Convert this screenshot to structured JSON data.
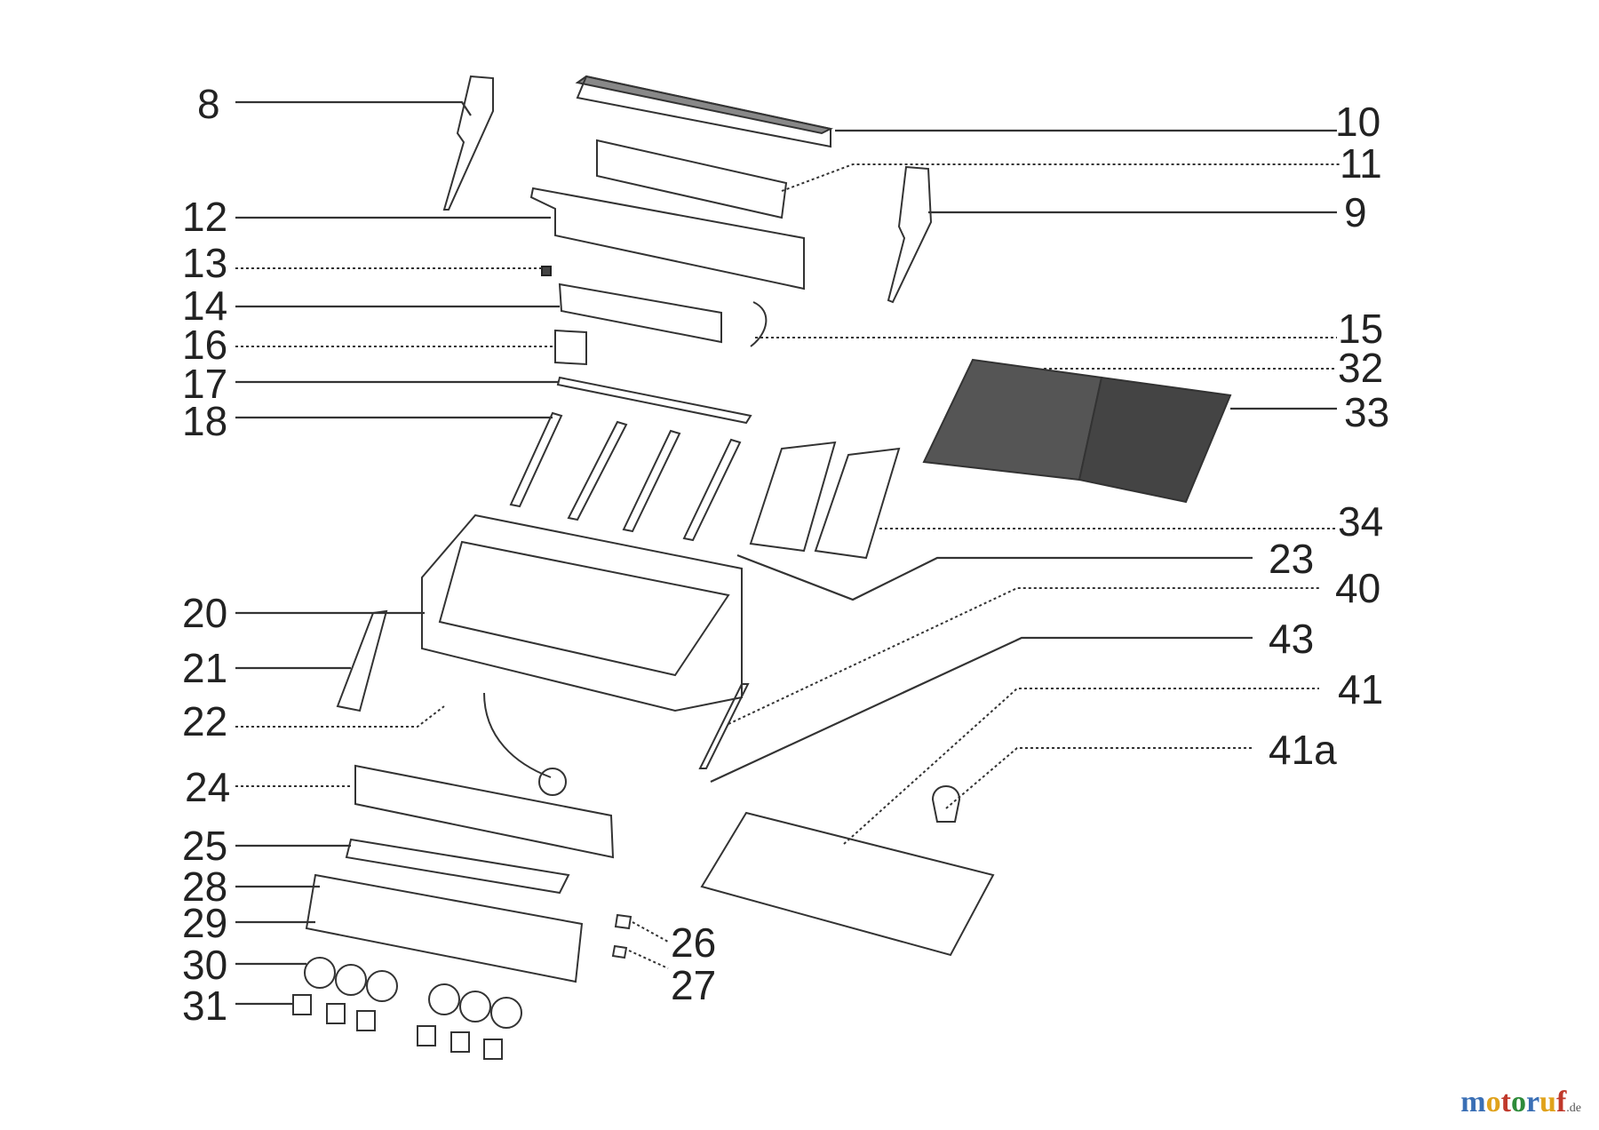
{
  "labels": [
    {
      "id": "8",
      "text": "8"
    },
    {
      "id": "10",
      "text": "10"
    },
    {
      "id": "11",
      "text": "11"
    },
    {
      "id": "9",
      "text": "9"
    },
    {
      "id": "12",
      "text": "12"
    },
    {
      "id": "13",
      "text": "13"
    },
    {
      "id": "14",
      "text": "14"
    },
    {
      "id": "15",
      "text": "15"
    },
    {
      "id": "16",
      "text": "16"
    },
    {
      "id": "32",
      "text": "32"
    },
    {
      "id": "17",
      "text": "17"
    },
    {
      "id": "33",
      "text": "33"
    },
    {
      "id": "18",
      "text": "18"
    },
    {
      "id": "34",
      "text": "34"
    },
    {
      "id": "23",
      "text": "23"
    },
    {
      "id": "40",
      "text": "40"
    },
    {
      "id": "20",
      "text": "20"
    },
    {
      "id": "43",
      "text": "43"
    },
    {
      "id": "21",
      "text": "21"
    },
    {
      "id": "41",
      "text": "41"
    },
    {
      "id": "22",
      "text": "22"
    },
    {
      "id": "41a",
      "text": "41a"
    },
    {
      "id": "24",
      "text": "24"
    },
    {
      "id": "25",
      "text": "25"
    },
    {
      "id": "28",
      "text": "28"
    },
    {
      "id": "26",
      "text": "26"
    },
    {
      "id": "29",
      "text": "29"
    },
    {
      "id": "30",
      "text": "30"
    },
    {
      "id": "27",
      "text": "27"
    },
    {
      "id": "31",
      "text": "31"
    }
  ],
  "logo": {
    "letters": [
      "m",
      "o",
      "t",
      "o",
      "r",
      "u",
      "f"
    ],
    "colors": [
      "#3a6fb5",
      "#e0a21b",
      "#c0392b",
      "#2e8b3a",
      "#3a6fb5",
      "#e0a21b",
      "#c0392b"
    ],
    "suffix": ".de"
  }
}
